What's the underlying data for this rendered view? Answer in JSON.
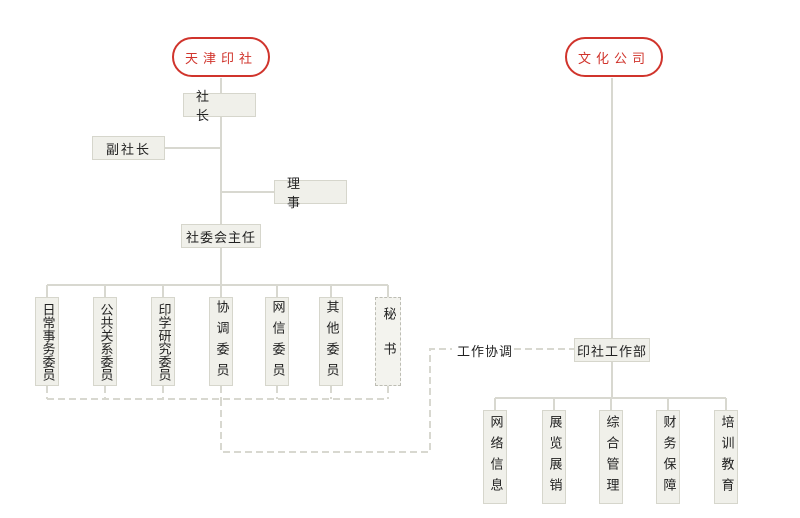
{
  "left_org": {
    "name": "天津印社",
    "head": "社　长",
    "deputy": "副社长",
    "director": "理　事",
    "committee_chair": "社委会主任",
    "committees": [
      "日常事务委员",
      "公共关系委员",
      "印学研究委员",
      "协调委员",
      "网信委员",
      "其他委员"
    ],
    "secretary": "秘书"
  },
  "right_org": {
    "name": "文化公司",
    "department": "印社工作部",
    "units": [
      "网络信息",
      "展览展销",
      "综合管理",
      "财务保障",
      "培训教育"
    ]
  },
  "link_label": "工作协调",
  "colors": {
    "accent": "#d0342c",
    "line": "#d8d8d0",
    "box_fill": "#f0f0ea"
  }
}
